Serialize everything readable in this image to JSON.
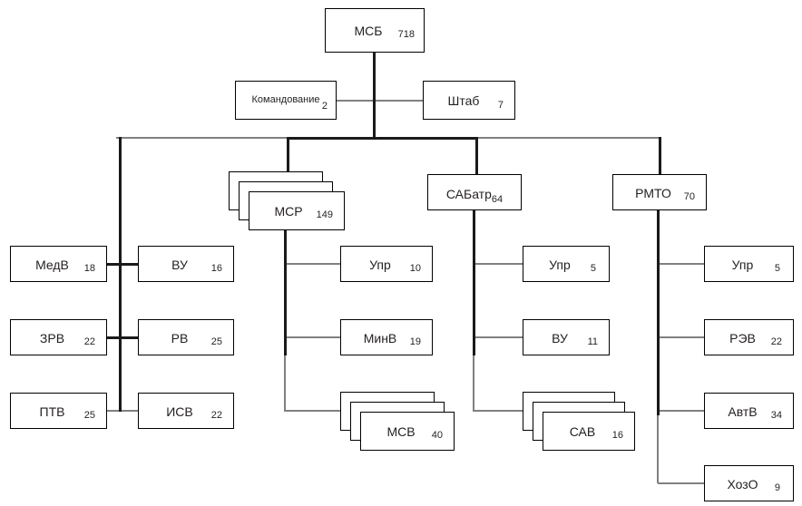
{
  "diagram": {
    "title_text": "МСБ",
    "type": "organizational-tree",
    "nodes": {
      "msb": {
        "label": "МСБ",
        "count": "718"
      },
      "komandovanie": {
        "label": "Командование",
        "count": "2"
      },
      "shtab": {
        "label": "Штаб",
        "count": "7"
      },
      "msr": {
        "label": "МСР",
        "count": "149"
      },
      "sabatr": {
        "label": "САБатр",
        "count": "64"
      },
      "rmto": {
        "label": "РМТО",
        "count": "70"
      },
      "medv": {
        "label": "МедВ",
        "count": "18"
      },
      "vu_left": {
        "label": "ВУ",
        "count": "16"
      },
      "zrv": {
        "label": "ЗРВ",
        "count": "22"
      },
      "rv": {
        "label": "РВ",
        "count": "25"
      },
      "ptv": {
        "label": "ПТВ",
        "count": "25"
      },
      "isv": {
        "label": "ИСВ",
        "count": "22"
      },
      "upr_msr": {
        "label": "Упр",
        "count": "10"
      },
      "minv": {
        "label": "МинВ",
        "count": "19"
      },
      "msv": {
        "label": "МСВ",
        "count": "40"
      },
      "upr_sabatr": {
        "label": "Упр",
        "count": "5"
      },
      "vu_sabatr": {
        "label": "ВУ",
        "count": "11"
      },
      "sav": {
        "label": "САВ",
        "count": "16"
      },
      "upr_rmto": {
        "label": "Упр",
        "count": "5"
      },
      "rev": {
        "label": "РЭВ",
        "count": "22"
      },
      "avtv": {
        "label": "АвтВ",
        "count": "34"
      },
      "hozo": {
        "label": "ХозО",
        "count": "9"
      }
    },
    "colors": {
      "line_dark": "#1a1a1a",
      "line_gray": "#808080",
      "border": "#000000",
      "text": "#231f20",
      "background": "#ffffff"
    }
  }
}
